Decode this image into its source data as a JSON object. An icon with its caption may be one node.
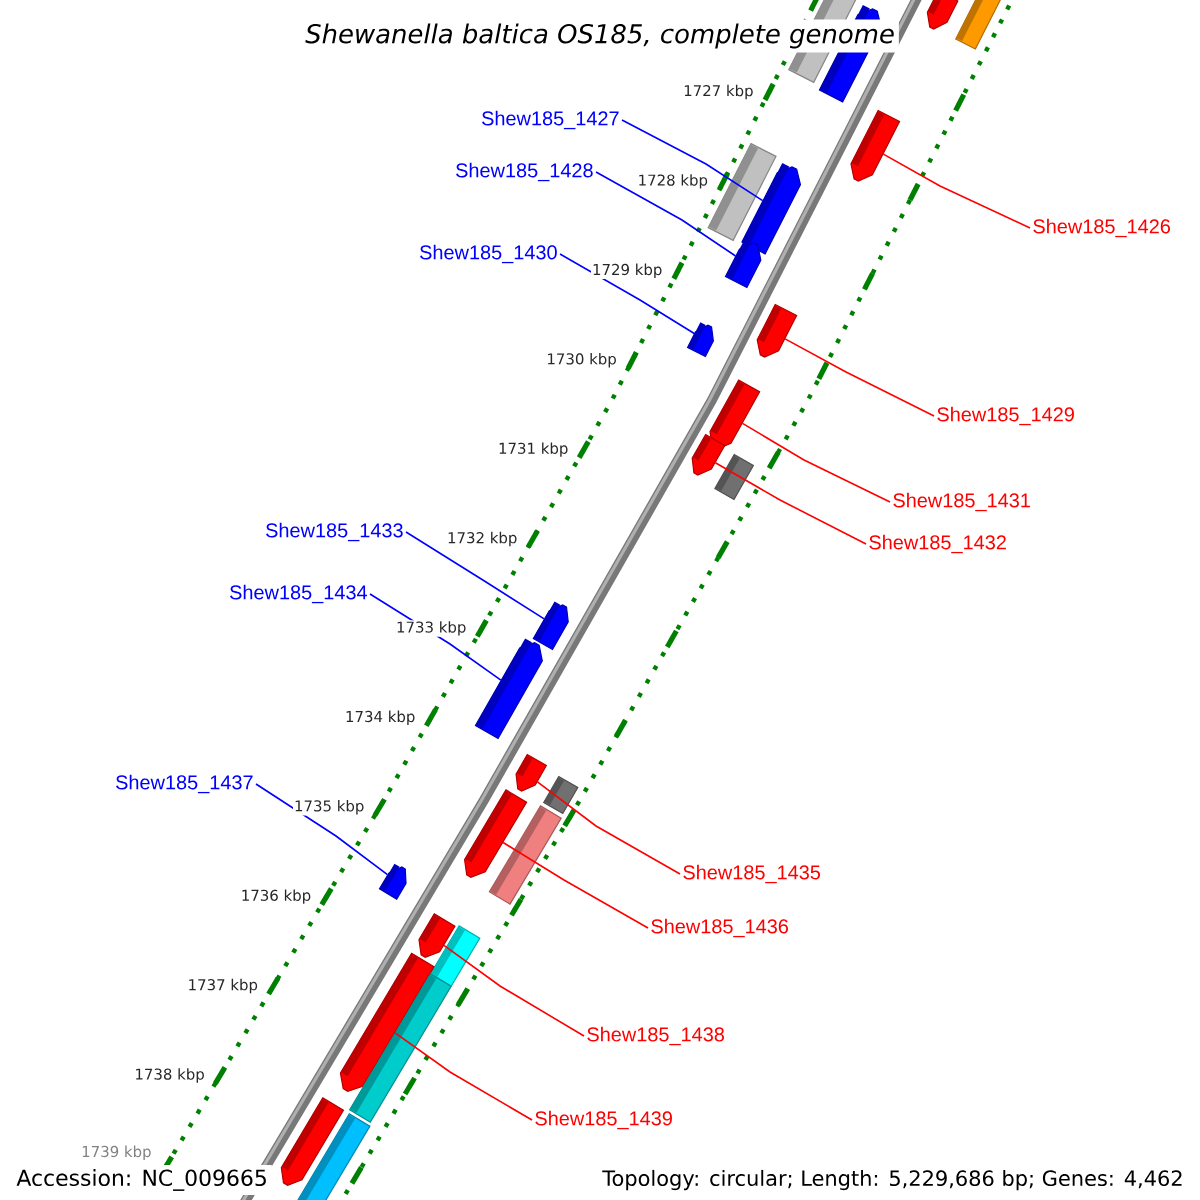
{
  "diagram": {
    "title": "Shewanella baltica OS185, complete genome",
    "nodes": [
      {
        "text": [
          "Shew185_1427"
        ]
      },
      {
        "text": [
          "Shew185_1428"
        ]
      },
      {
        "text": [
          "Shew185_1426"
        ]
      },
      {
        "text": [
          "Shew185_1430"
        ]
      },
      {
        "text": [
          "Shew185_1429"
        ]
      },
      {
        "text": [
          "Shew185_1431"
        ]
      },
      {
        "text": [
          "Shew185_1433"
        ]
      },
      {
        "text": [
          "Shew185_1432"
        ]
      },
      {
        "text": [
          "Shew185_1434"
        ]
      },
      {
        "text": [
          "Shew185_1437"
        ]
      },
      {
        "text": [
          "Shew185_1435"
        ]
      },
      {
        "text": [
          "Shew185_1436"
        ]
      },
      {
        "text": [
          "Shew185_1438"
        ]
      },
      {
        "text": [
          "Shew185_1439"
        ]
      },
      {
        "text": [],
        "shape": "box"
      },
      {
        "text": [],
        "shape": "bar"
      },
      {
        "text": [],
        "shape": "box"
      },
      {
        "text": [],
        "shape": "bar"
      },
      {
        "text": [],
        "shape": "bar"
      },
      {
        "text": [],
        "shape": "box"
      },
      {
        "text": [],
        "shape": "bar"
      },
      {
        "text": [],
        "shape": "bar"
      },
      {
        "text": [],
        "shape": "bar"
      },
      {
        "text": [],
        "shape": "bar"
      },
      {
        "text": [],
        "shape": "bar"
      },
      {
        "text": [],
        "shape": "bar"
      },
      {
        "text": [],
        "shape": "box"
      },
      {
        "text": [],
        "shape": "bar"
      },
      {
        "text": [],
        "shape": "bar"
      },
      {
        "text": [],
        "shape": "bar"
      },
      {
        "text": [],
        "shape": "box"
      },
      {
        "text": [],
        "shape": "bar"
      },
      {
        "text": [],
        "shape": "box"
      },
      {
        "text": [],
        "shape": "bar"
      },
      {
        "text": [],
        "shape": "bar"
      },
      {
        "text": [],
        "shape": "box"
      },
      {
        "text": [],
        "shape": "bar"
      },
      {
        "text": [],
        "shape": "box"
      },
      {
        "text": [],
        "shape": "bar"
      },
      {
        "text": [],
        "shape": "box"
      }
    ],
    "edges": [
      {
        "from": 0,
        "to": 20,
        "arrow": "none",
        "color": "#0000ff"
      },
      {
        "from": 1,
        "to": 21,
        "arrow": "none",
        "color": "#0000ff"
      },
      {
        "from": 2,
        "to": 18,
        "arrow": "none"
      },
      {
        "from": 3,
        "to": 23,
        "arrow": "none",
        "color": "#0000ff"
      },
      {
        "from": 4,
        "to": 22,
        "arrow": "none"
      },
      {
        "from": 5,
        "to": 24,
        "arrow": "none"
      },
      {
        "from": 6,
        "to": 27,
        "arrow": "none",
        "color": "#0000ff"
      },
      {
        "from": 7,
        "to": 25,
        "arrow": "none"
      },
      {
        "from": 8,
        "to": 28,
        "arrow": "none",
        "color": "#0000ff"
      },
      {
        "from": 9,
        "to": 33,
        "arrow": "none",
        "color": "#0000ff"
      },
      {
        "from": 10,
        "to": 29,
        "arrow": "none"
      },
      {
        "from": 11,
        "to": 31,
        "arrow": "none"
      },
      {
        "from": 12,
        "to": 34,
        "arrow": "none"
      },
      {
        "from": 13,
        "to": 36,
        "arrow": "none"
      }
    ],
    "labels": [
      "1727 kbp",
      "1728 kbp",
      "1729 kbp",
      "1730 kbp",
      "1731 kbp",
      "1732 kbp",
      "1733 kbp",
      "1734 kbp",
      "1735 kbp",
      "1736 kbp",
      "1737 kbp",
      "1738 kbp",
      "1739 kbp",
      "Accession: NC_009665",
      "Topology: circular; Length: 5,229,686 bp; Genes: 4,462"
    ]
  }
}
